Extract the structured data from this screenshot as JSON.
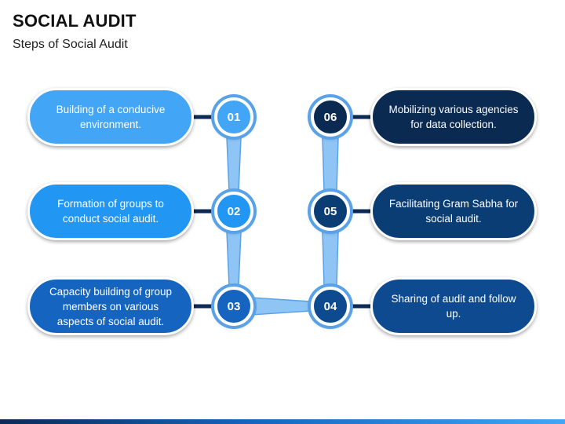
{
  "title": "SOCIAL AUDIT",
  "subtitle": "Steps of Social Audit",
  "steps": [
    {
      "number": "01",
      "text": "Building of a conducive environment.",
      "color": "#42a5f5"
    },
    {
      "number": "02",
      "text": "Formation of groups to conduct social audit.",
      "color": "#2196f3"
    },
    {
      "number": "03",
      "text": "Capacity building of group members on various aspects of social audit.",
      "color": "#1565c0"
    },
    {
      "number": "04",
      "text": "Sharing of audit and follow up.",
      "color": "#0d4a8f"
    },
    {
      "number": "05",
      "text": "Facilitating Gram Sabha for social audit.",
      "color": "#0b3d75"
    },
    {
      "number": "06",
      "text": "Mobilizing various agencies for data collection.",
      "color": "#0a2a52"
    }
  ],
  "colors": {
    "connector_fill": "#8ec5f4",
    "connector_stroke": "#5aa2e8",
    "dark_line": "#0b2a55"
  }
}
